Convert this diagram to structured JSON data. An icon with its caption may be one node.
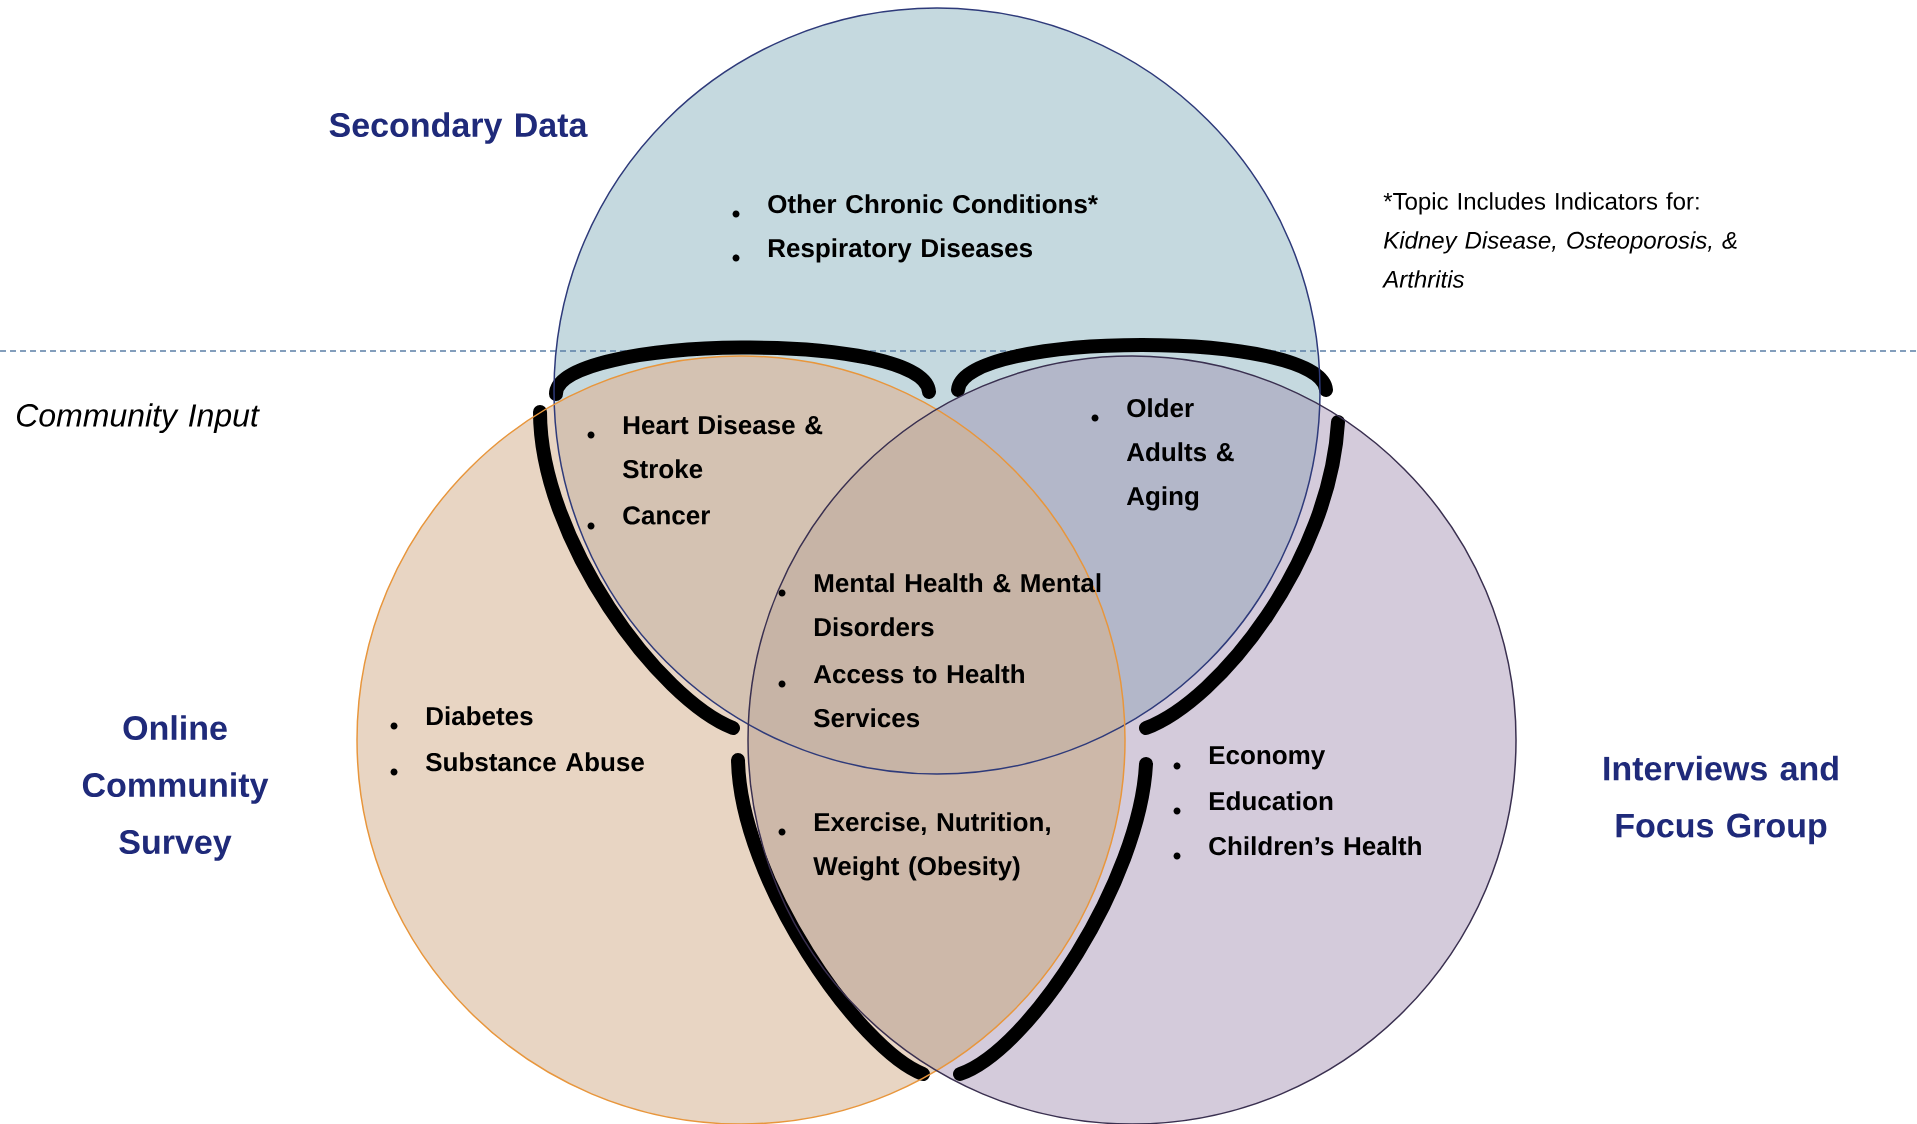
{
  "diagram": {
    "nodes": [
      {
        "text": [
          "Secondary Data",
          "Other Chronic Conditions*",
          "Respiratory Diseases"
        ]
      },
      {
        "text": [
          "Online Community Survey",
          "Diabetes",
          "Substance Abuse"
        ]
      },
      {
        "text": [
          "Interviews and Focus Group",
          "Economy",
          "Education",
          "Children’s Health"
        ]
      }
    ],
    "edges": [],
    "labels": [
      "*Topic Includes Indicators for:",
      "Kidney Disease, Osteoporosis, & Arthritis",
      "Community Input",
      "Heart Disease & Stroke",
      "Cancer",
      "Older Adults & Aging",
      "Mental Health & Mental Disorders",
      "Access to Health Services",
      "Exercise, Nutrition, Weight (Obesity)"
    ]
  }
}
